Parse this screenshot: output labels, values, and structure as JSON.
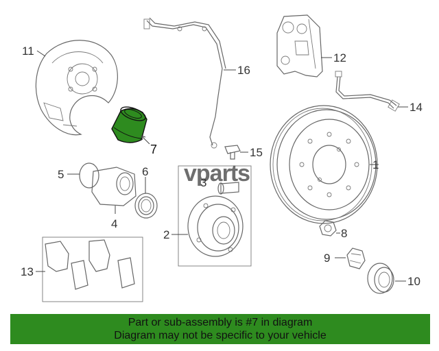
{
  "watermark": "vparts",
  "callouts": [
    {
      "id": "1",
      "text": "1"
    },
    {
      "id": "2",
      "text": "2"
    },
    {
      "id": "3",
      "text": "3"
    },
    {
      "id": "4",
      "text": "4"
    },
    {
      "id": "5",
      "text": "5"
    },
    {
      "id": "6",
      "text": "6"
    },
    {
      "id": "7",
      "text": "7"
    },
    {
      "id": "8",
      "text": "8"
    },
    {
      "id": "9",
      "text": "9"
    },
    {
      "id": "10",
      "text": "10"
    },
    {
      "id": "11",
      "text": "11"
    },
    {
      "id": "12",
      "text": "12"
    },
    {
      "id": "13",
      "text": "13"
    },
    {
      "id": "14",
      "text": "14"
    },
    {
      "id": "15",
      "text": "15"
    },
    {
      "id": "16",
      "text": "16"
    }
  ],
  "highlight": {
    "part": "7",
    "color": "#2e8b1f"
  },
  "banner": {
    "line1": "Part or sub-assembly is #7 in diagram",
    "line2": "Diagram may not be specific to your vehicle",
    "color": "#2e8b1f"
  }
}
